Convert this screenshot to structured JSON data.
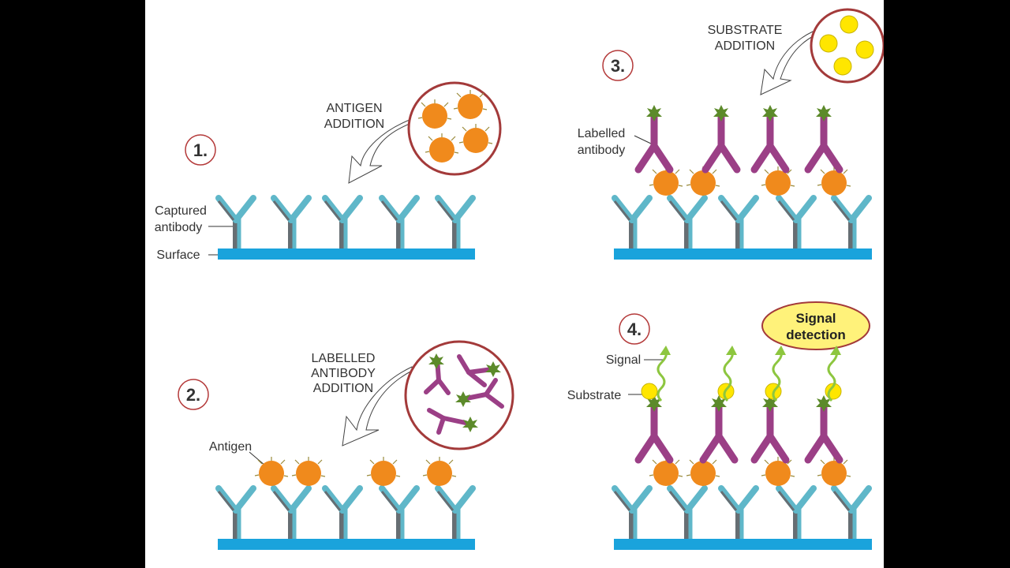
{
  "panels": {
    "p1": {
      "step": "1.",
      "arrow_label": [
        "ANTIGEN",
        "ADDITION"
      ],
      "captured_label": [
        "Captured",
        "antibody"
      ],
      "surface_label": "Surface"
    },
    "p2": {
      "step": "2.",
      "arrow_label": [
        "LABELLED",
        "ANTIBODY",
        "ADDITION"
      ],
      "antigen_label": "Antigen"
    },
    "p3": {
      "step": "3.",
      "arrow_label": [
        "SUBSTRATE",
        "ADDITION"
      ],
      "labelled_label": [
        "Labelled",
        "antibody"
      ]
    },
    "p4": {
      "step": "4.",
      "signal_label": "Signal",
      "substrate_label": "Substrate",
      "detection_label": [
        "Signal",
        "detection"
      ]
    }
  },
  "colors": {
    "surface": "#1aa3dc",
    "captured_antibody": "#5fb7c9",
    "captured_antibody_dark": "#666e73",
    "antigen": "#f08a1c",
    "labelled_antibody": "#9b3f86",
    "enzyme_label": "#5c8a2a",
    "substrate": "#ffe600",
    "signal": "#8dc63f",
    "inset_ring": "#a33a3a",
    "detection_fill": "#fff27a"
  },
  "icons": [
    "captured-antibody-icon",
    "antigen-icon",
    "labelled-antibody-icon",
    "substrate-icon",
    "signal-arrow-icon"
  ]
}
